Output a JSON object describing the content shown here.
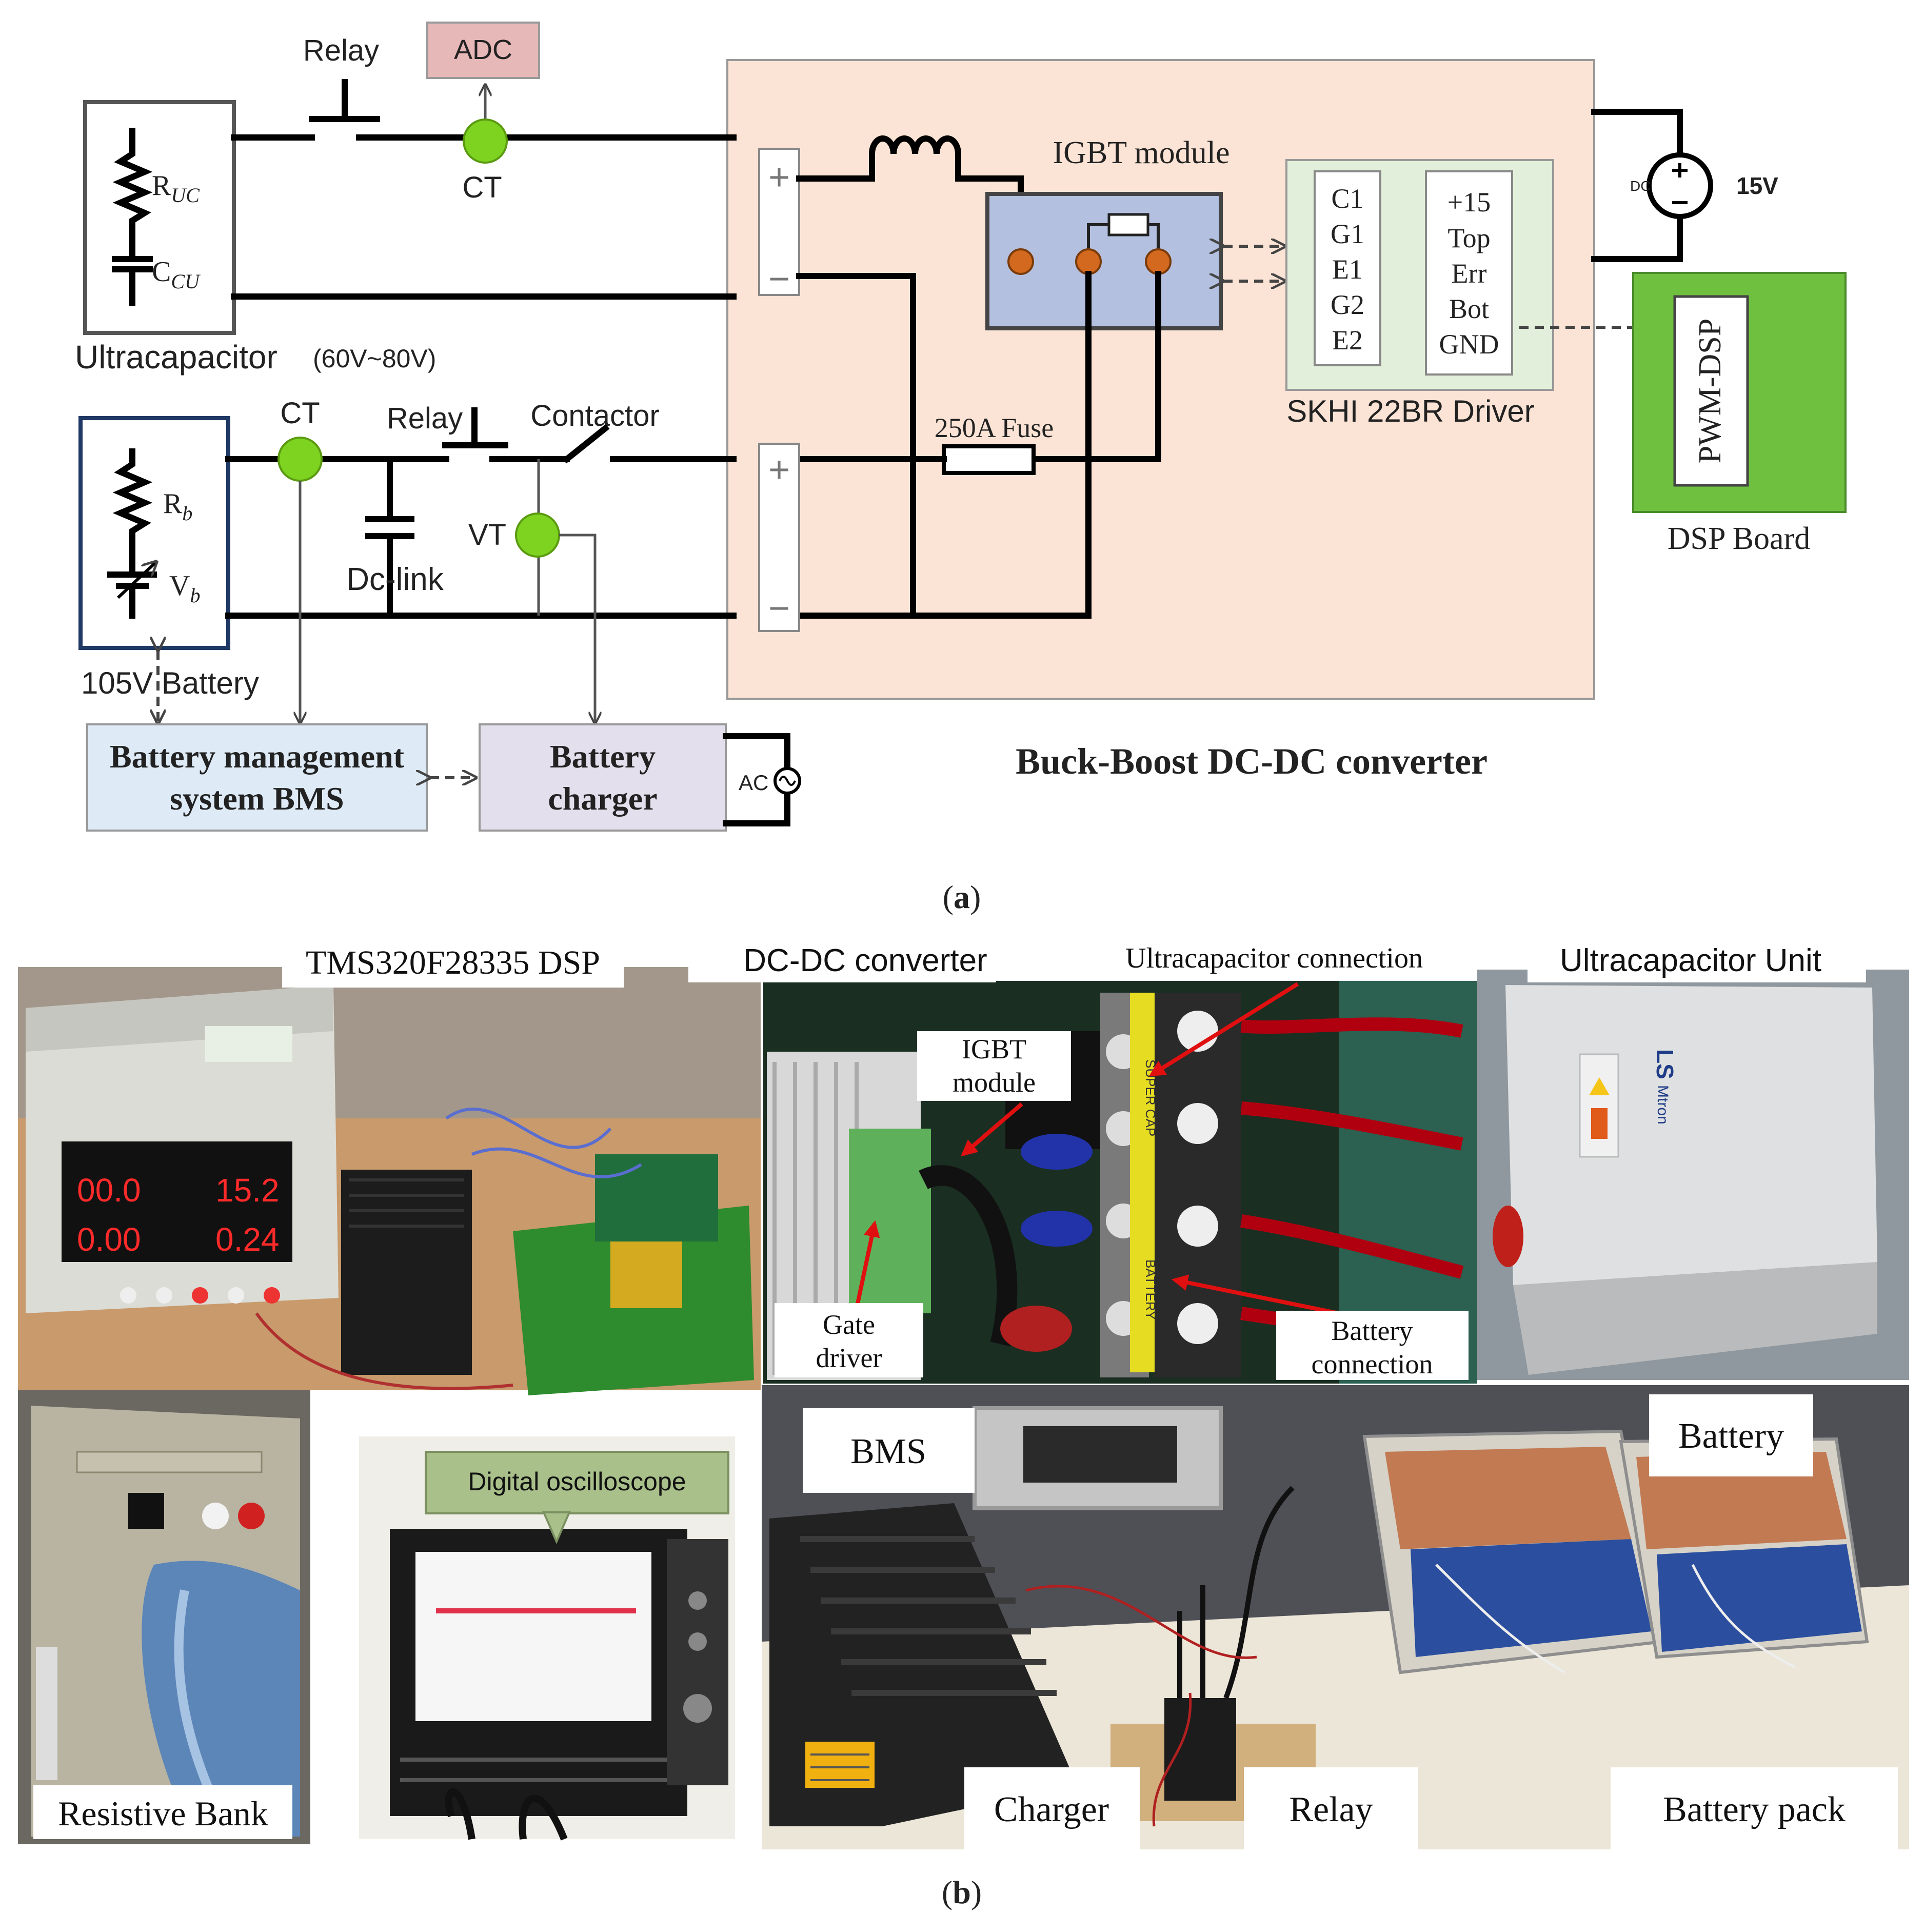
{
  "diagram": {
    "adc": "ADC",
    "relay_top": "Relay",
    "ct_top": "CT",
    "r_uc": "R",
    "r_uc_sub": "UC",
    "c_cu": "C",
    "c_cu_sub": "CU",
    "ultracap_label": "Ultracapacitor",
    "ultracap_range": "(60V~80V)",
    "igbt_label": "IGBT module",
    "driver_left": [
      "C1",
      "G1",
      "E1",
      "G2",
      "E2"
    ],
    "driver_right": [
      "+15",
      "Top",
      "Err",
      "Bot",
      "GND"
    ],
    "driver_label": "SKHI 22BR Driver",
    "dc_source_label": "DC",
    "supply_voltage": "15V",
    "pwm_dsp": "PWM-DSP",
    "dsp_board": "DSP Board",
    "ct_bottom": "CT",
    "relay_bottom": "Relay",
    "contactor": "Contactor",
    "fuse": "250A Fuse",
    "vt": "VT",
    "dc_link": "Dc-link",
    "r_b": "R",
    "r_b_sub": "b",
    "v_b": "V",
    "v_b_sub": "b",
    "battery_label": "105V Battery",
    "bms_line1": "Battery management",
    "bms_line2": "system BMS",
    "charger_line1": "Battery",
    "charger_line2": "charger",
    "ac_label": "AC",
    "converter_title": "Buck-Boost DC-DC converter",
    "caption_a": "a",
    "plus": "+",
    "minus": "−"
  },
  "photos": {
    "tms": "TMS320F28335 DSP",
    "dcdc": "DC-DC converter",
    "uc_conn": "Ultracapacitor connection",
    "uc_unit": "Ultracapacitor Unit",
    "igbt_line1": "IGBT",
    "igbt_line2": "module",
    "gate_line1": "Gate",
    "gate_line2": "driver",
    "bat_conn_line1": "Battery",
    "bat_conn_line2": "connection",
    "meter1": "00.0",
    "meter2": "15.2",
    "meter3": "0.00",
    "meter4": "0.24",
    "super_cap_tape": "SUPER CAP",
    "battery_tape": "BATTERY",
    "brand_logo": "LS",
    "brand_name": "Mtron",
    "resistive_bank": "Resistive Bank",
    "oscilloscope": "Digital oscilloscope",
    "bms": "BMS",
    "battery": "Battery",
    "charger": "Charger",
    "relay": "Relay",
    "battery_pack": "Battery pack",
    "caption_b": "b"
  }
}
